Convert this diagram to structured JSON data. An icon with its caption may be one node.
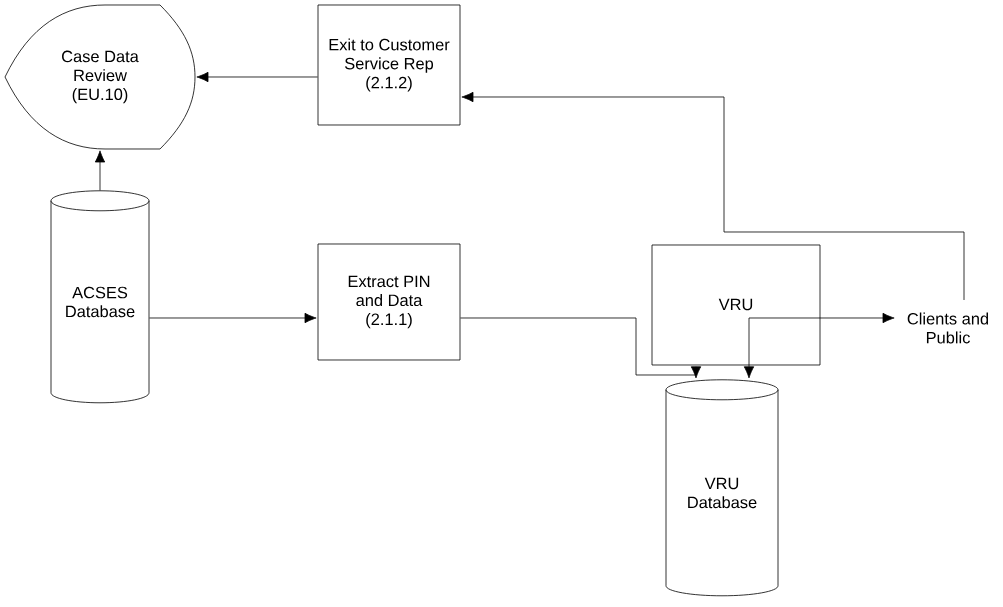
{
  "diagram": {
    "nodes": [
      {
        "text": [
          "Case Data Review (EU.10)"
        ]
      },
      {
        "text": [
          "Exit to Customer Service Rep (2.1.2)"
        ]
      },
      {
        "text": [
          "ACSES Database"
        ]
      },
      {
        "text": [
          "Extract PIN and Data (2.1.1)"
        ]
      },
      {
        "text": [
          "VRU"
        ]
      },
      {
        "text": [
          "Clients and Public"
        ]
      },
      {
        "text": [
          "VRU Database"
        ]
      }
    ],
    "edges": [
      {
        "from": 1,
        "to": 0,
        "arrow": "to"
      },
      {
        "from": 2,
        "to": 0,
        "arrow": "to"
      },
      {
        "from": 2,
        "to": 3,
        "arrow": "to"
      },
      {
        "from": 3,
        "to": 6,
        "arrow": "to"
      },
      {
        "from": 4,
        "to": 5,
        "arrow": "to"
      },
      {
        "from": 4,
        "to": 6,
        "arrow": "to"
      },
      {
        "from": 5,
        "to": 1,
        "arrow": "to"
      }
    ]
  }
}
